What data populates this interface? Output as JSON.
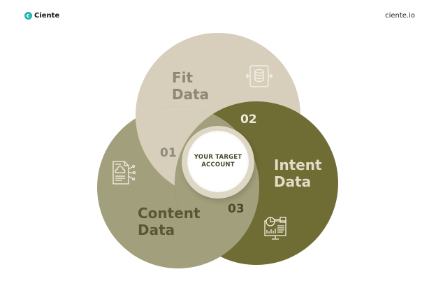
{
  "header": {
    "brand": "Ciente",
    "site": "ciente.io"
  },
  "diagram": {
    "type": "venn",
    "center": {
      "line1": "YOUR TARGET",
      "line2": "ACCOUNT"
    },
    "circles": [
      {
        "number": "01",
        "title_line1": "Fit",
        "title_line2": "Data",
        "icon": "database-arrows-icon",
        "color": "#d7cfbb"
      },
      {
        "number": "02",
        "title_line1": "Intent",
        "title_line2": "Data",
        "icon": "analytics-monitor-icon",
        "color": "#6f6c34"
      },
      {
        "number": "03",
        "title_line1": "Content",
        "title_line2": "Data",
        "icon": "cloud-document-icon",
        "color": "#a2a07c"
      }
    ]
  }
}
